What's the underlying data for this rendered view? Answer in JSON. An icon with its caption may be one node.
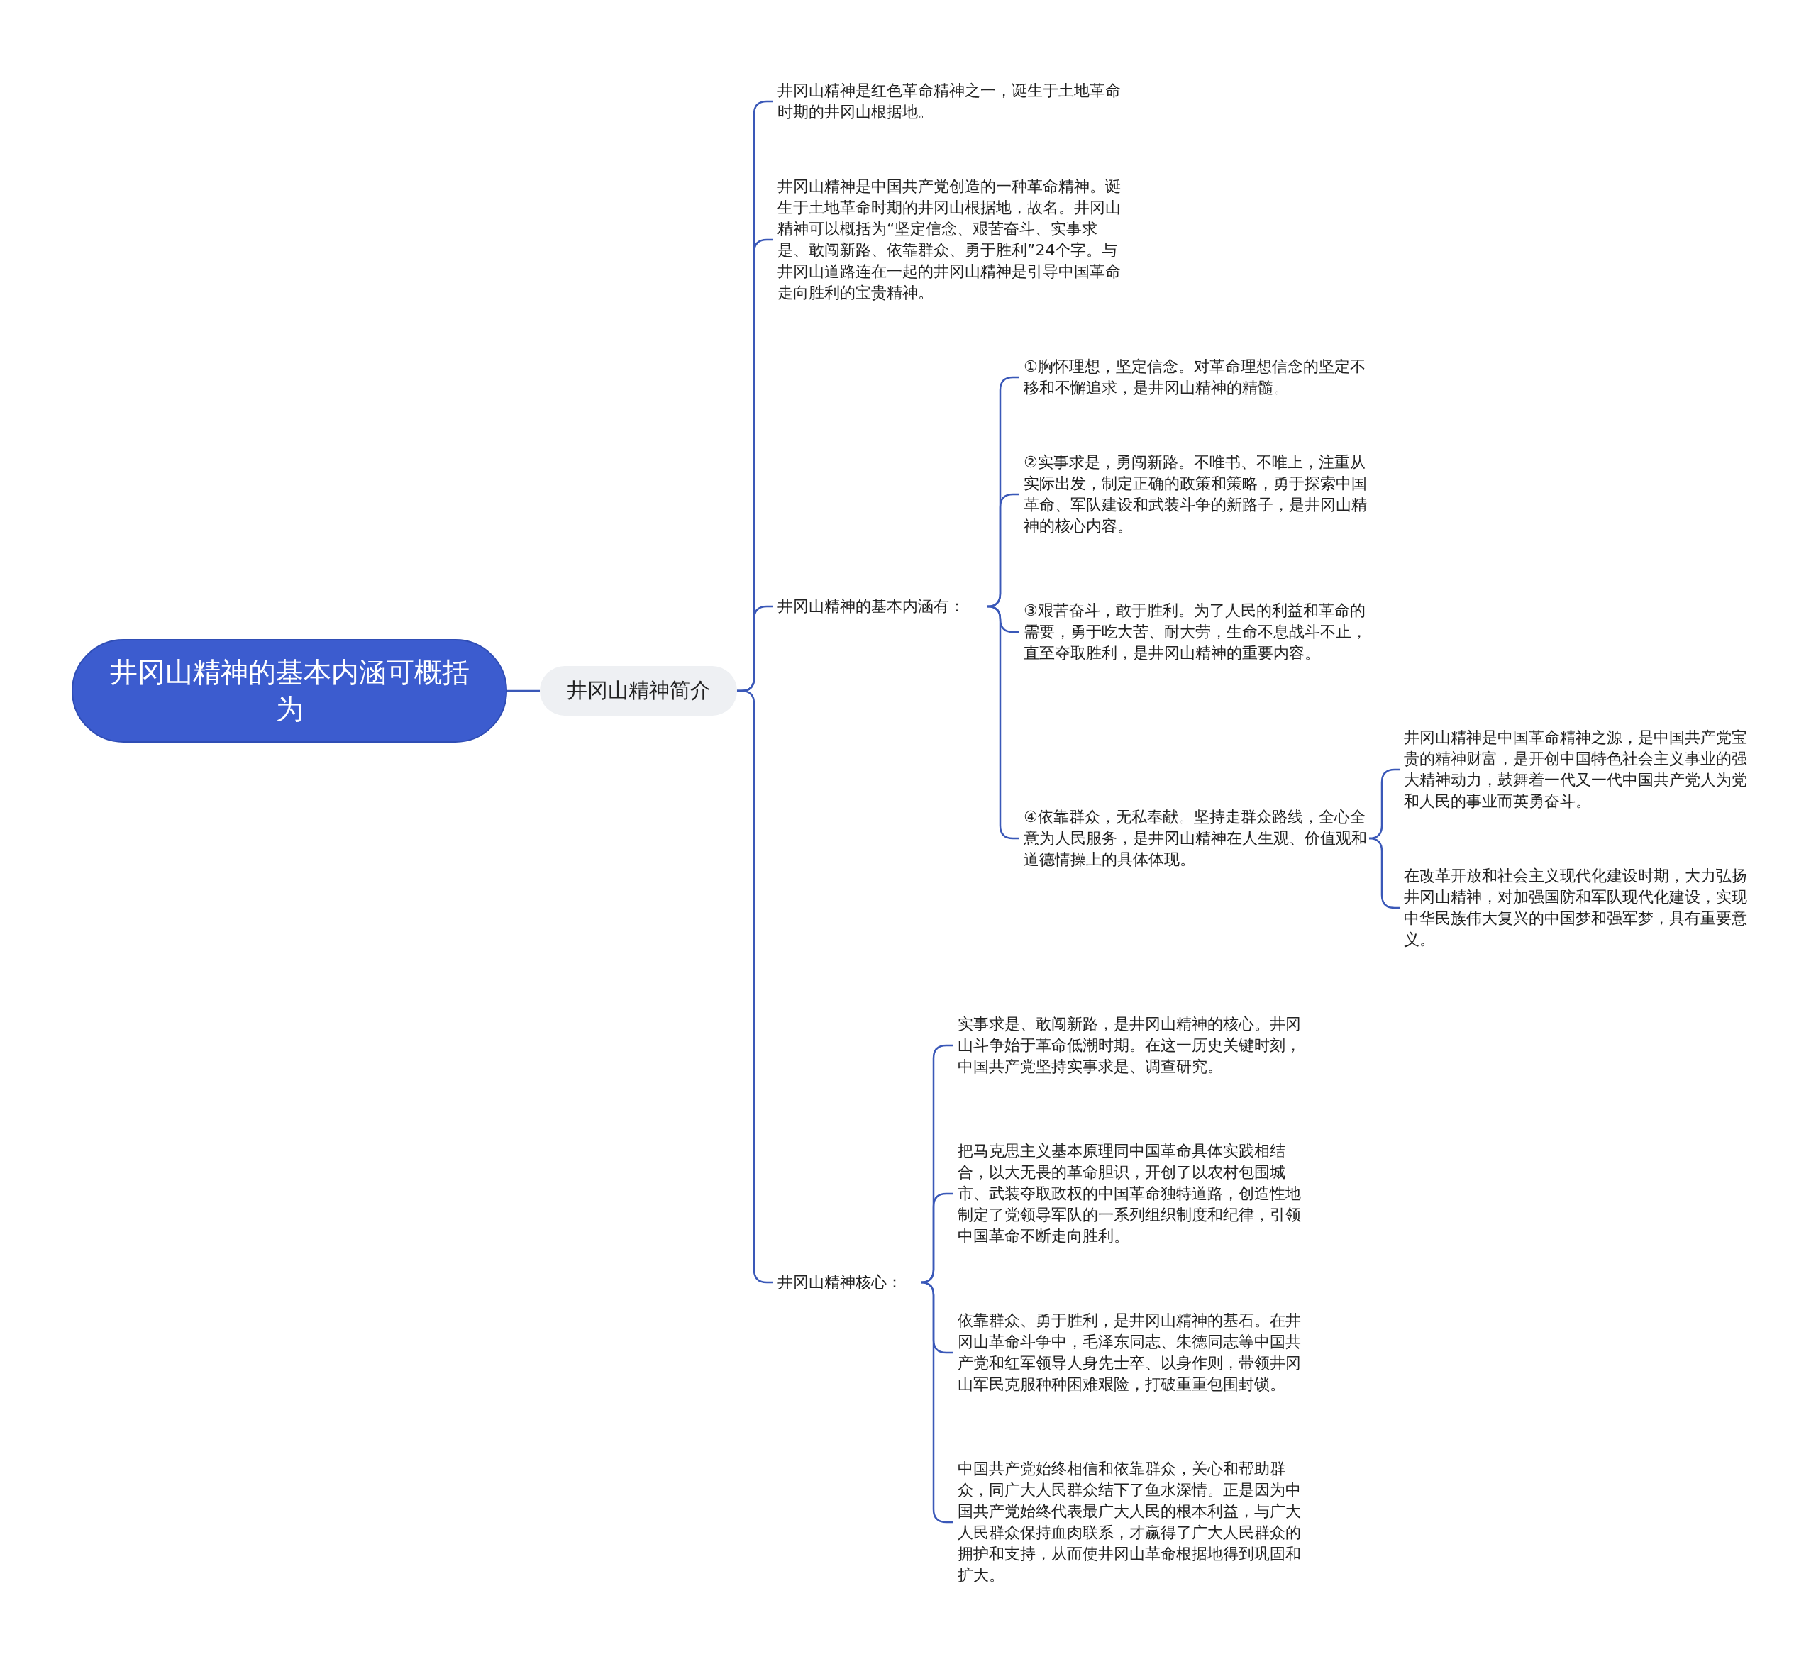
{
  "diagram": {
    "nodes": [
      {
        "text": [
          "井冈山精神的基本内涵可概括为"
        ]
      },
      {
        "text": [
          "井冈山精神简介"
        ]
      },
      {
        "text": [
          "井冈山精神是红色革命精神之一，诞生于土地革命时期的井冈山根据地。"
        ]
      },
      {
        "text": [
          "井冈山精神是中国共产党创造的一种革命精神。诞生于土地革命时期的井冈山根据地，故名。井冈山精神可以概括为“坚定信念、艰苦奋斗、实事求是、敢闯新路、依靠群众、勇于胜利”24个字。与井冈山道路连在一起的井冈山精神是引导中国革命走向胜利的宝贵精神。"
        ]
      },
      {
        "text": [
          "井冈山精神的基本内涵有："
        ]
      },
      {
        "text": [
          "①胸怀理想，坚定信念。对革命理想信念的坚定不移和不懈追求，是井冈山精神的精髓。"
        ]
      },
      {
        "text": [
          "②实事求是，勇闯新路。不唯书、不唯上，注重从实际出发，制定正确的政策和策略，勇于探索中国革命、军队建设和武装斗争的新路子，是井冈山精神的核心内容。"
        ]
      },
      {
        "text": [
          "③艰苦奋斗，敢于胜利。为了人民的利益和革命的需要，勇于吃大苦、耐大劳，生命不息战斗不止，直至夺取胜利，是井冈山精神的重要内容。"
        ]
      },
      {
        "text": [
          "④依靠群众，无私奉献。坚持走群众路线，全心全意为人民服务，是井冈山精神在人生观、价值观和道德情操上的具体体现。"
        ]
      },
      {
        "text": [
          "井冈山精神是中国革命精神之源，是中国共产党宝贵的精神财富，是开创中国特色社会主义事业的强大精神动力，鼓舞着一代又一代中国共产党人为党和人民的事业而英勇奋斗。"
        ]
      },
      {
        "text": [
          "在改革开放和社会主义现代化建设时期，大力弘扬井冈山精神，对加强国防和军队现代化建设，实现中华民族伟大复兴的中国梦和强军梦，具有重要意义。"
        ]
      },
      {
        "text": [
          "井冈山精神核心："
        ]
      },
      {
        "text": [
          "实事求是、敢闯新路，是井冈山精神的核心。井冈山斗争始于革命低潮时期。在这一历史关键时刻，中国共产党坚持实事求是、调查研究。"
        ]
      },
      {
        "text": [
          "把马克思主义基本原理同中国革命具体实践相结合，以大无畏的革命胆识，开创了以农村包围城市、武装夺取政权的中国革命独特道路，创造性地制定了党领导军队的一系列组织制度和纪律，引领中国革命不断走向胜利。"
        ]
      },
      {
        "text": [
          "依靠群众、勇于胜利，是井冈山精神的基石。在井冈山革命斗争中，毛泽东同志、朱德同志等中国共产党和红军领导人身先士卒、以身作则，带领井冈山军民克服种种困难艰险，打破重重包围封锁。"
        ]
      },
      {
        "text": [
          "中国共产党始终相信和依靠群众，关心和帮助群众，同广大人民群众结下了鱼水深情。正是因为中国共产党始终代表最广大人民的根本利益，与广大人民群众保持血肉联系，才赢得了广大人民群众的拥护和支持，从而使井冈山革命根据地得到巩固和扩大。"
        ]
      }
    ],
    "edges": [
      {
        "from": 0,
        "to": 1,
        "arrow": "none"
      },
      {
        "from": 1,
        "to": 2,
        "arrow": "none"
      },
      {
        "from": 1,
        "to": 3,
        "arrow": "none"
      },
      {
        "from": 1,
        "to": 4,
        "arrow": "none"
      },
      {
        "from": 1,
        "to": 11,
        "arrow": "none"
      },
      {
        "from": 4,
        "to": 5,
        "arrow": "none"
      },
      {
        "from": 4,
        "to": 6,
        "arrow": "none"
      },
      {
        "from": 4,
        "to": 7,
        "arrow": "none"
      },
      {
        "from": 4,
        "to": 8,
        "arrow": "none"
      },
      {
        "from": 8,
        "to": 9,
        "arrow": "none"
      },
      {
        "from": 8,
        "to": 10,
        "arrow": "none"
      },
      {
        "from": 11,
        "to": 12,
        "arrow": "none"
      },
      {
        "from": 11,
        "to": 13,
        "arrow": "none"
      },
      {
        "from": 11,
        "to": 14,
        "arrow": "none"
      },
      {
        "from": 11,
        "to": 15,
        "arrow": "none"
      }
    ]
  }
}
